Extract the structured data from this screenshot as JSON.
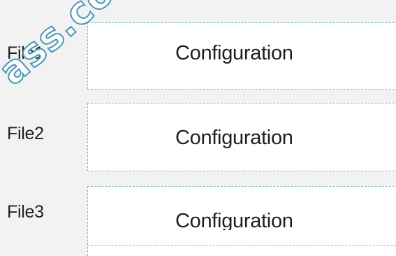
{
  "rows": [
    {
      "label": "File1",
      "zone_text": "Configuration"
    },
    {
      "label": "File2",
      "zone_text": "Configuration"
    },
    {
      "label": "File3",
      "zone_text": "Configuration"
    }
  ],
  "watermark": {
    "text": "ass.com"
  },
  "colors": {
    "background": "#f2f2f2",
    "zone_border": "#7fb5c2",
    "zone_fill": "#ffffff",
    "watermark_stroke": "#3f93b5"
  }
}
